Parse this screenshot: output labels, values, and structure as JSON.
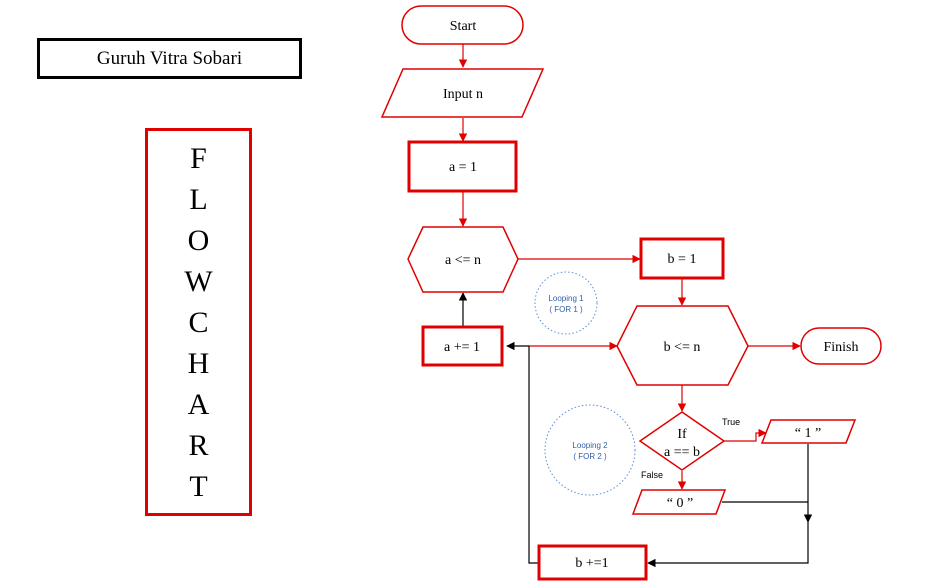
{
  "header": {
    "author": "Guruh Vitra Sobari"
  },
  "title_letters": [
    "F",
    "L",
    "O",
    "W",
    "C",
    "H",
    "A",
    "R",
    "T"
  ],
  "nodes": {
    "start": "Start",
    "input_n": "Input n",
    "assign_a": "a = 1",
    "cond_a": "a <= n",
    "assign_b": "b = 1",
    "inc_a": "a += 1",
    "cond_b": "b <= n",
    "finish": "Finish",
    "if_line1": "If",
    "if_line2": "a == b",
    "output_1": "“ 1 ”",
    "output_0": "“ 0 ”",
    "inc_b": "b +=1"
  },
  "labels": {
    "loop1_line1": "Looping 1",
    "loop1_line2": "( FOR 1 )",
    "loop2_line1": "Looping 2",
    "loop2_line2": "( FOR 2 )",
    "true_label": "True",
    "false_label": "False"
  },
  "colors": {
    "shape_stroke": "#e00000",
    "arrow_red": "#e00000",
    "arrow_black": "#000000",
    "loop_circle": "#5b8fd6"
  }
}
